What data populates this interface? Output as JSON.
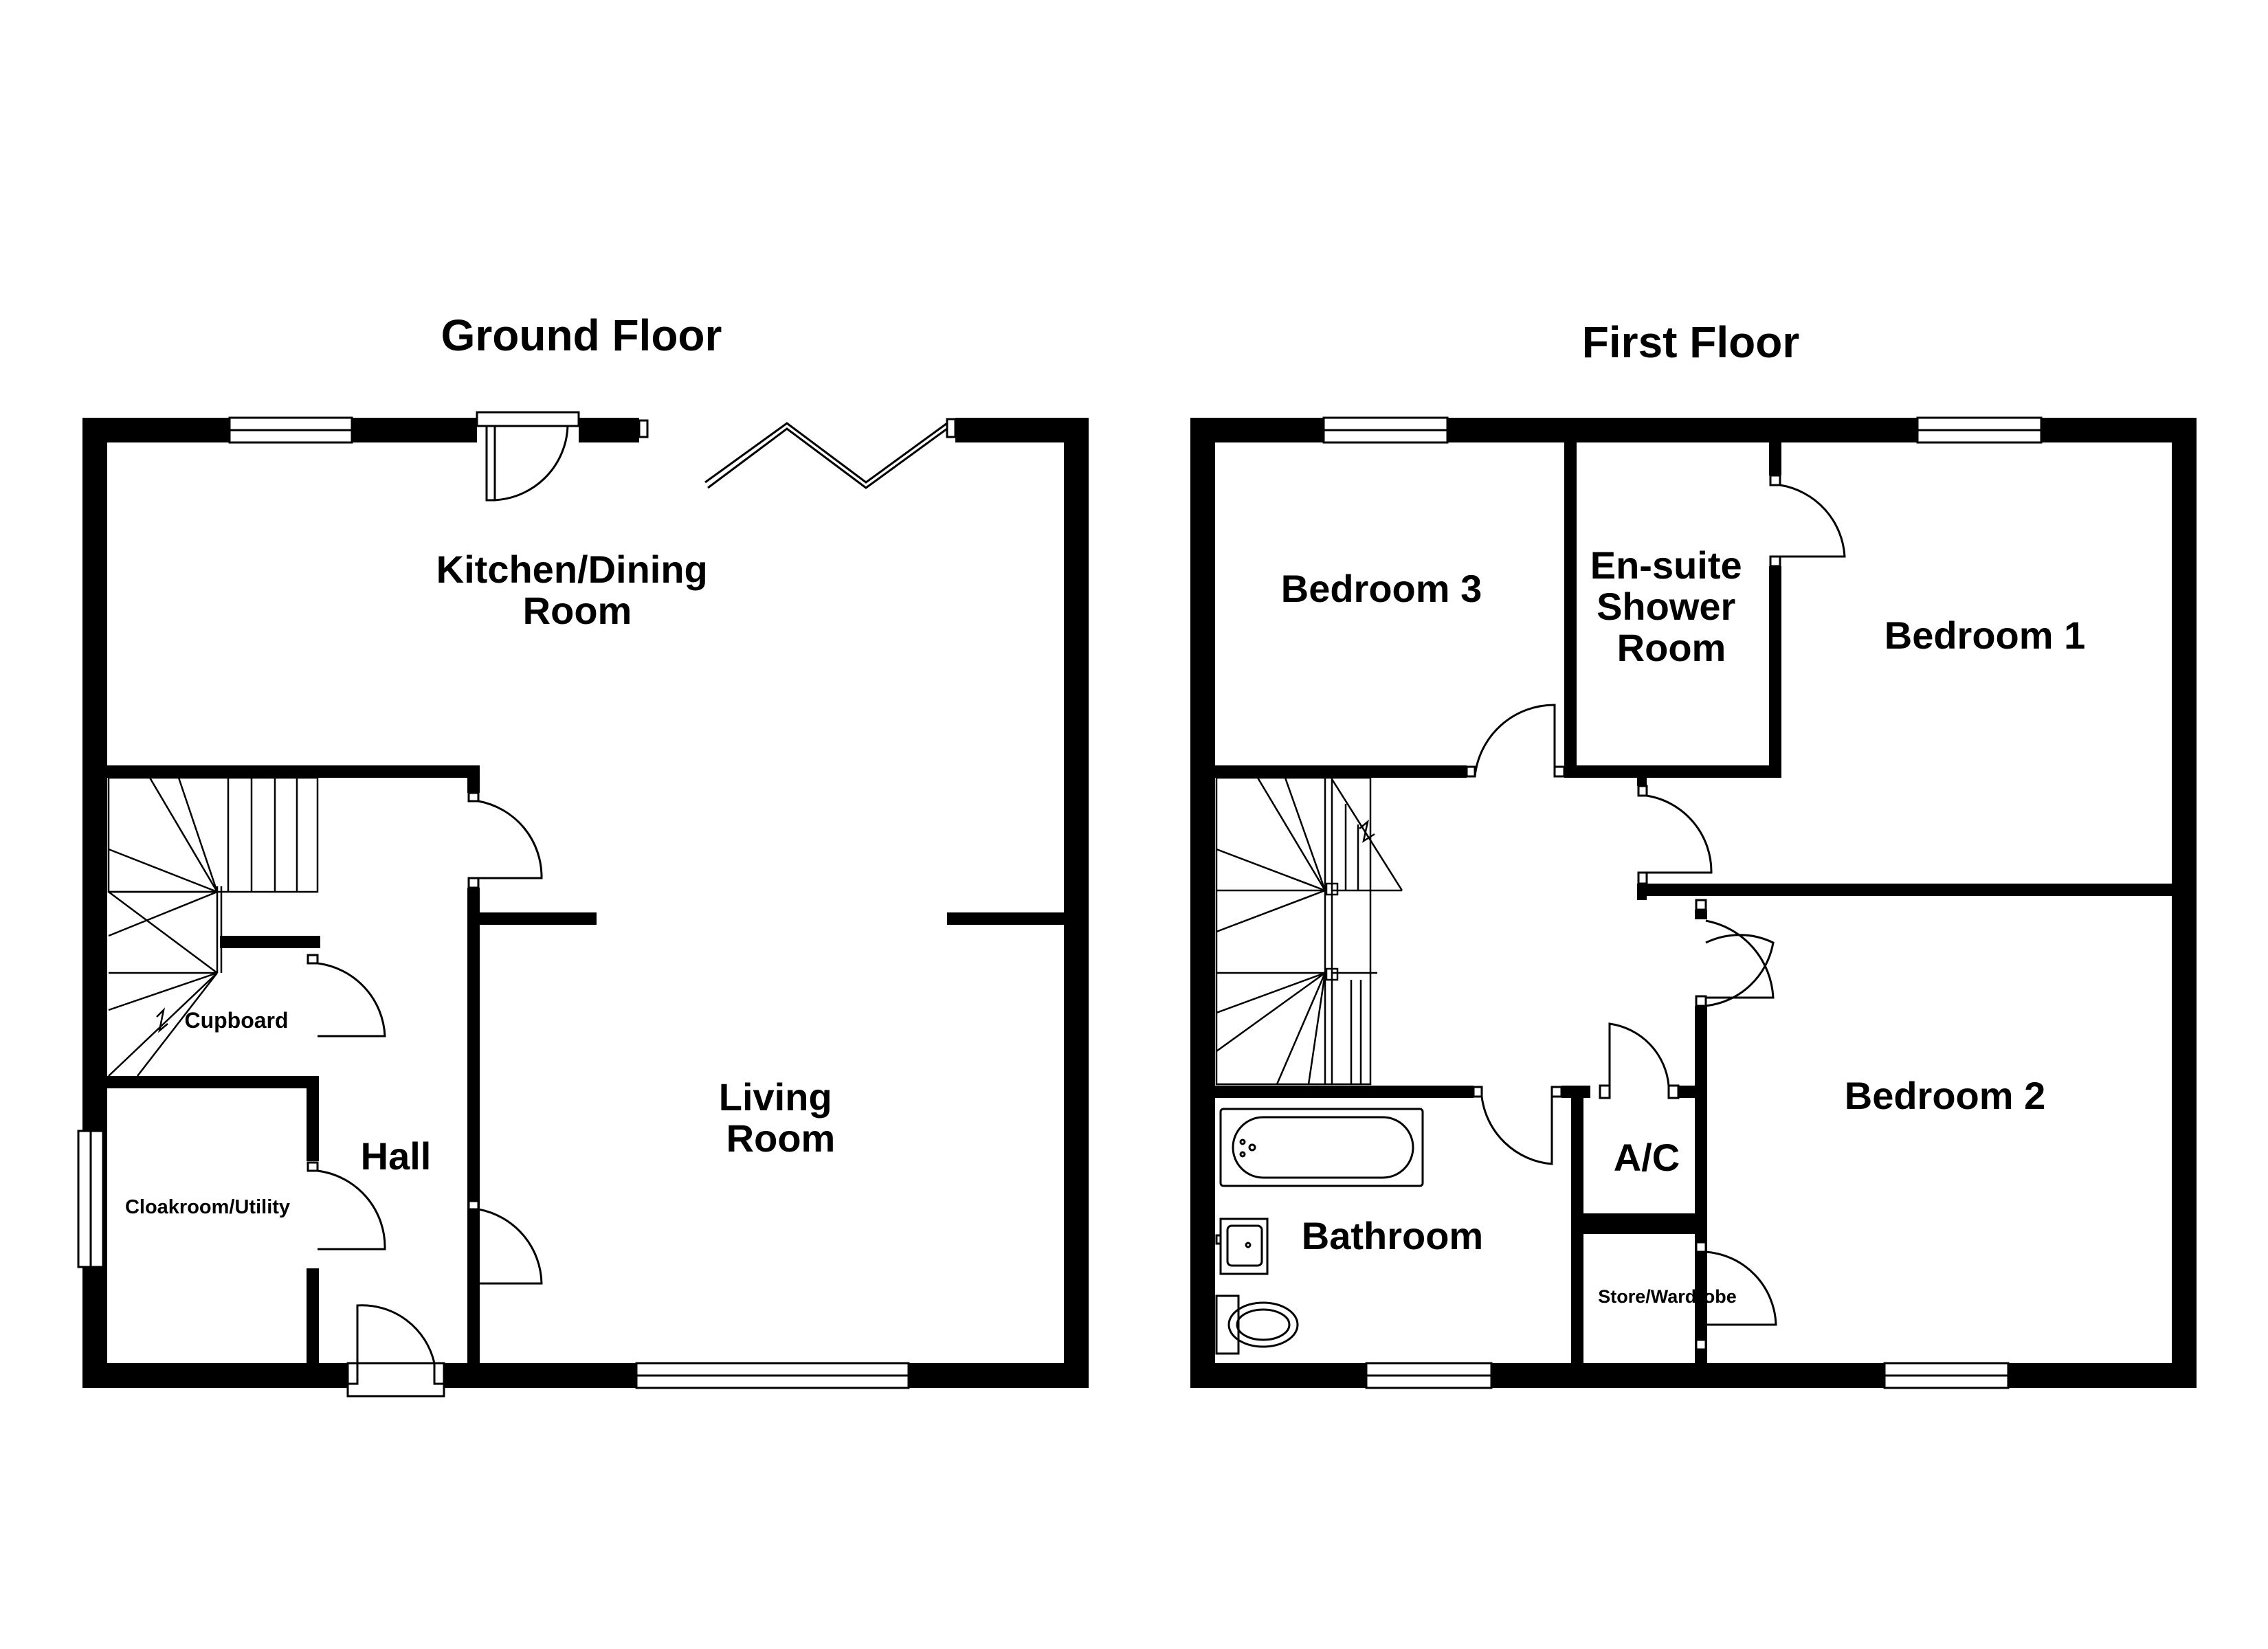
{
  "floors": {
    "ground": {
      "title": "Ground Floor",
      "rooms": {
        "kitchen_dining": [
          "Kitchen/Dining",
          "Room"
        ],
        "living_room": [
          "Living",
          "Room"
        ],
        "hall": "Hall",
        "cupboard": "Cupboard",
        "cloakroom_utility": "Cloakroom/Utility"
      }
    },
    "first": {
      "title": "First Floor",
      "rooms": {
        "bedroom_3": "Bedroom 3",
        "en_suite": [
          "En-suite",
          "Shower",
          "Room"
        ],
        "bedroom_1": "Bedroom 1",
        "bedroom_2": "Bedroom 2",
        "bathroom": "Bathroom",
        "airing_cupboard": "A/C",
        "store_wardrobe": "Store/Wardrobe"
      }
    }
  }
}
